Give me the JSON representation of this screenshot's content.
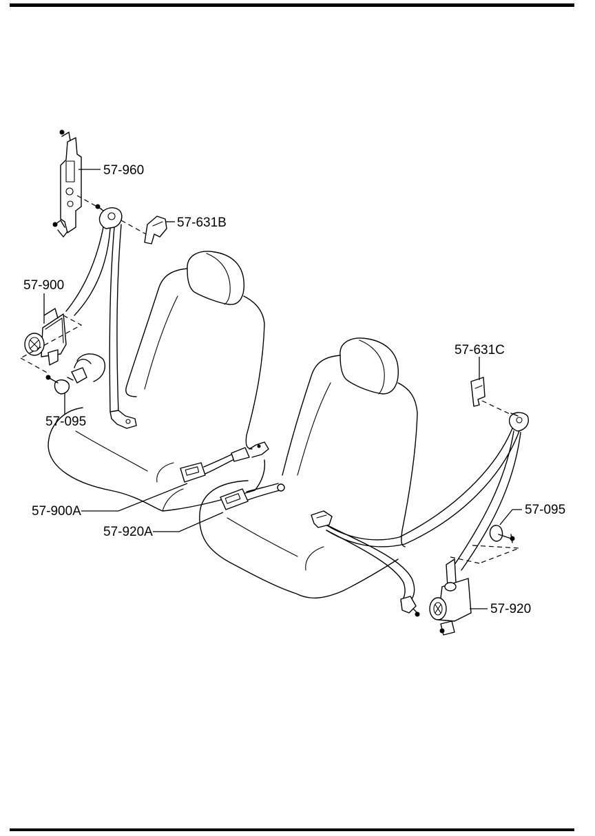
{
  "labels": {
    "p57_960": "57-960",
    "p57_631B": "57-631B",
    "p57_900": "57-900",
    "p57_095_left": "57-095",
    "p57_900A": "57-900A",
    "p57_920A": "57-920A",
    "p57_631C": "57-631C",
    "p57_095_right": "57-095",
    "p57_920": "57-920"
  }
}
